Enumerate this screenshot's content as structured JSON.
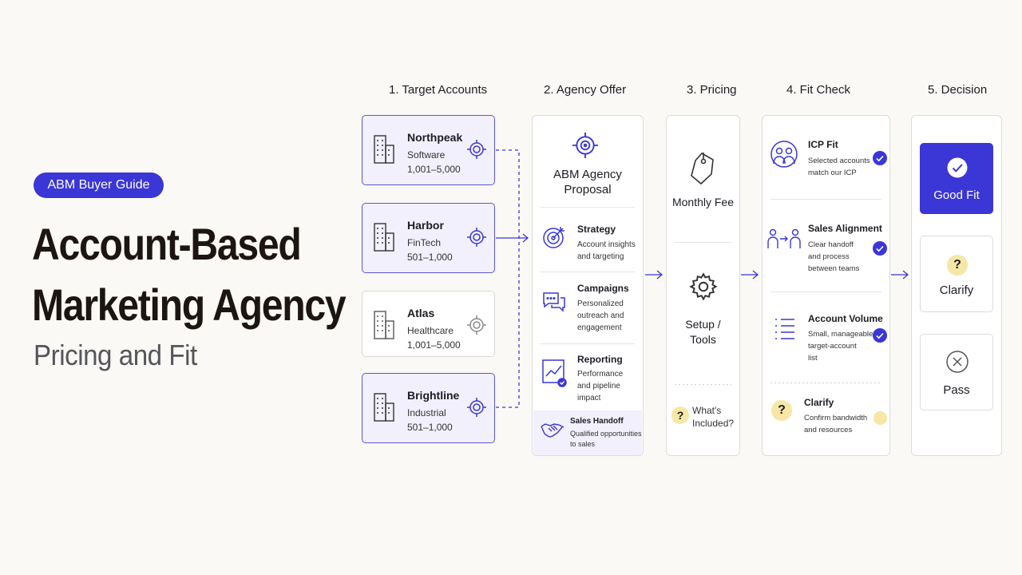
{
  "hero": {
    "badge": "ABM Buyer Guide",
    "title_line1": "Account-Based",
    "title_line2": "Marketing Agency",
    "subtitle": "Pricing and Fit"
  },
  "columns": {
    "c1": "1. Target Accounts",
    "c2": "2. Agency Offer",
    "c3": "3. Pricing",
    "c4": "4. Fit Check",
    "c5": "5. Decision"
  },
  "accounts": [
    {
      "name": "Northpeak",
      "industry": "Software",
      "employees": "1,001–5,000"
    },
    {
      "name": "Harbor",
      "industry": "FinTech",
      "employees": "501–1,000"
    },
    {
      "name": "Atlas",
      "industry": "Healthcare",
      "employees": "1,001–5,000"
    },
    {
      "name": "Brightline",
      "industry": "Industrial",
      "employees": "501–1,000"
    }
  ],
  "offer": {
    "title_line1": "ABM Agency",
    "title_line2": "Proposal",
    "sections": [
      {
        "title": "Strategy",
        "desc1": "Account insights",
        "desc2": "and targeting",
        "desc3": ""
      },
      {
        "title": "Campaigns",
        "desc1": "Personalized",
        "desc2": "outreach and",
        "desc3": "engagement"
      },
      {
        "title": "Reporting",
        "desc1": "Performance",
        "desc2": "and pipeline",
        "desc3": "impact"
      },
      {
        "title": "Sales Handoff",
        "desc1": "Qualified opportunities",
        "desc2": "to sales",
        "desc3": ""
      }
    ]
  },
  "pricing": {
    "monthly_fee": "Monthly Fee",
    "setup_line1": "Setup /",
    "setup_line2": "Tools",
    "included_line1": "What's",
    "included_line2": "Included?",
    "q": "?"
  },
  "fit": [
    {
      "title": "ICP Fit",
      "desc1": "Selected accounts",
      "desc2": "match our ICP",
      "desc3": ""
    },
    {
      "title": "Sales Alignment",
      "desc1": "Clear handoff",
      "desc2": "and process",
      "desc3": "between teams"
    },
    {
      "title": "Account Volume",
      "desc1": "Small, manageable",
      "desc2": "target-account",
      "desc3": "list"
    },
    {
      "title": "Clarify",
      "desc1": "Confirm bandwidth",
      "desc2": "and resources",
      "desc3": ""
    }
  ],
  "fit_q": "?",
  "decision": {
    "good": "Good Fit",
    "clarify": "Clarify",
    "clarify_q": "?",
    "pass": "Pass"
  },
  "colors": {
    "accent": "#3b36d6",
    "accent_light": "#f1f0fc",
    "question": "#f6e7a6",
    "background": "#fbf9f5"
  }
}
